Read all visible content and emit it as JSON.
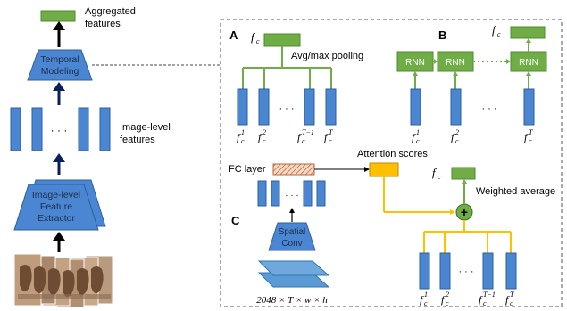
{
  "left": {
    "aggregated_label_1": "Aggregated",
    "aggregated_label_2": "features",
    "temporal_label_1": "Temporal",
    "temporal_label_2": "Modeling",
    "imagelevel_label_1": "Image-level",
    "imagelevel_label_2": "features",
    "extractor_label_1": "Image-level",
    "extractor_label_2": "Feature",
    "extractor_label_3": "Extractor",
    "ellipsis": "· · ·"
  },
  "panel_a": {
    "letter": "A",
    "pool_label": "Avg/max pooling",
    "fc": "f",
    "fc_sub": "c",
    "ellipsis": "· · ·",
    "features": [
      {
        "base": "f",
        "sub": "c",
        "sup": "1"
      },
      {
        "base": "f",
        "sub": "c",
        "sup": "2"
      },
      {
        "base": "f",
        "sub": "c",
        "sup": "T−1"
      },
      {
        "base": "f",
        "sub": "c",
        "sup": "T"
      }
    ]
  },
  "panel_b": {
    "letter": "B",
    "rnn_label": "RNN",
    "fc": "f",
    "fc_sub": "c",
    "ellipsis": "· · ·",
    "features": [
      {
        "base": "f",
        "sub": "c",
        "sup": "1"
      },
      {
        "base": "f",
        "sub": "c",
        "sup": "2"
      },
      {
        "base": "f",
        "sub": "c",
        "sup": "T"
      }
    ]
  },
  "panel_c": {
    "letter": "C",
    "fc_layer": "FC layer",
    "attention": "Attention scores",
    "weighted": "Weighted average",
    "spatial_1": "Spatial",
    "spatial_2": "Conv",
    "dims": "2048 × T × w × h",
    "plus": "+",
    "fc": "f",
    "fc_sub": "c",
    "ellipsis": "· · ·",
    "features": [
      {
        "base": "f",
        "sub": "c",
        "sup": "1"
      },
      {
        "base": "f",
        "sub": "c",
        "sup": "2"
      },
      {
        "base": "f",
        "sub": "c",
        "sup": "T−1"
      },
      {
        "base": "f",
        "sub": "c",
        "sup": "T"
      }
    ]
  },
  "colors": {
    "blue": "#4a86d1",
    "blue_dark": "#2f5f9e",
    "green": "#70ad47",
    "orange": "#ffc000",
    "navy": "#0a1e5c"
  }
}
